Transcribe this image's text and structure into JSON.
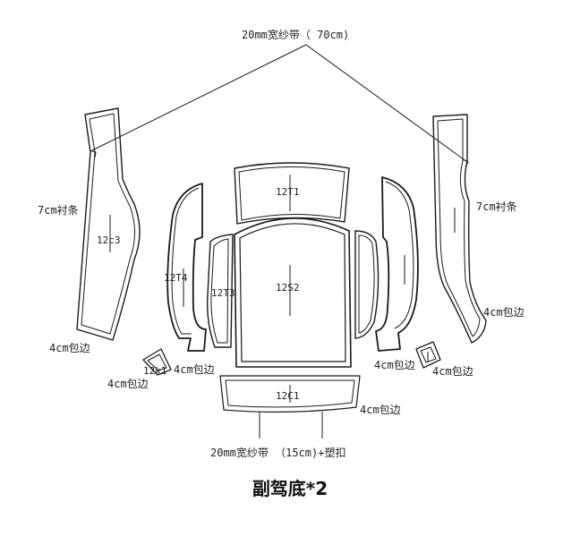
{
  "diagram": {
    "title": "副驾底*2",
    "colors": {
      "line": "#1a1a1a",
      "background": "#ffffff"
    },
    "annotations": {
      "top_strap": "20mm宽纱带（ 70cm)",
      "bottom_strap": "20mm宽纱带 （15cm)+塑扣",
      "lining_left": "7cm衬条",
      "lining_right": "7cm衬条",
      "hem_left_bottom": "4cm包边",
      "hem_left_small": "4cm包边",
      "hem_t4": "4cm包边",
      "hem_center_right": "4cm包边",
      "hem_right_piece": "4cm包边",
      "hem_right_small": "4cm包边",
      "hem_right_edge": "4cm包边"
    },
    "pieces": {
      "c3": "12c3",
      "t1": "12T1",
      "t4": "12T4",
      "t3": "12T3",
      "s2": "12S2",
      "k1": "12k1",
      "c1": "12C1"
    }
  }
}
